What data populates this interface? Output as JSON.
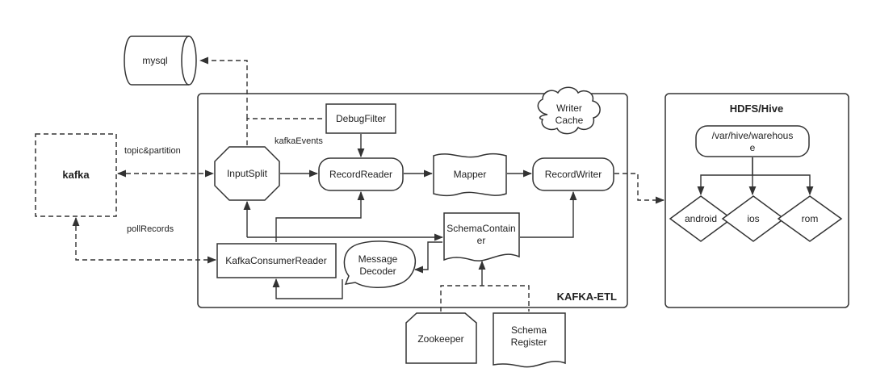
{
  "nodes": {
    "mysql": "mysql",
    "debug_filter": "DebugFilter",
    "writer_cache_1": "Writer",
    "writer_cache_2": "Cache",
    "kafka": "kafka",
    "input_split": "InputSplit",
    "record_reader": "RecordReader",
    "mapper": "Mapper",
    "record_writer": "RecordWriter",
    "schema_container_1": "SchemaContain",
    "schema_container_2": "er",
    "kafka_consumer_reader": "KafkaConsumerReader",
    "message_decoder_1": "Message",
    "message_decoder_2": "Decoder",
    "zookeeper": "Zookeeper",
    "schema_register_1": "Schema",
    "schema_register_2": "Register",
    "hdfs_path_1": "/var/hive/warehous",
    "hdfs_path_2": "e",
    "android": "android",
    "ios": "ios",
    "rom": "rom"
  },
  "edge_labels": {
    "topic_partition": "topic&partition",
    "kafka_events": "kafkaEvents",
    "poll_records": "pollRecords"
  },
  "groups": {
    "kafka_etl": "KAFKA-ETL",
    "hdfs_hive": "HDFS/Hive"
  },
  "colors": {
    "stroke": "#333333",
    "background": "#ffffff",
    "text": "#222222"
  }
}
